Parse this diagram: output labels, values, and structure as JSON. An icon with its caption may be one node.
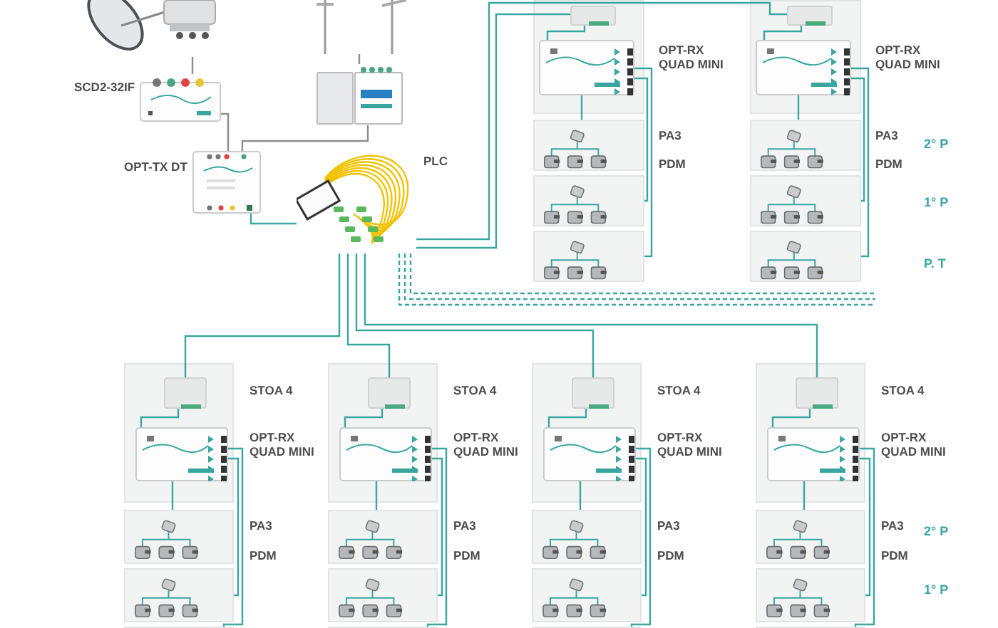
{
  "diagram": {
    "nodes": [
      {
        "text": [],
        "shape": "picture"
      },
      {
        "text": [],
        "shape": "picture"
      },
      {
        "text": [],
        "shape": "picture",
        "beside": [
          "SCD2-32IF"
        ]
      },
      {
        "text": [],
        "shape": "picture"
      },
      {
        "text": [],
        "shape": "picture",
        "beside": [
          "OPT-TX DT"
        ]
      },
      {
        "text": [],
        "shape": "picture",
        "beside": [
          "PLC"
        ]
      },
      {
        "text": [],
        "shape": "box"
      },
      {
        "text": [],
        "shape": "box",
        "in": 6
      },
      {
        "text": [],
        "shape": "picture",
        "in": 6,
        "beside": [
          "OPT-RX QUAD MINI"
        ]
      },
      {
        "text": [],
        "shape": "box",
        "beside": [
          "PA3",
          "PDM"
        ]
      },
      {
        "text": [],
        "shape": "box"
      },
      {
        "text": [],
        "shape": "box"
      },
      {
        "text": [],
        "shape": "box"
      },
      {
        "text": [],
        "shape": "box",
        "in": 12
      },
      {
        "text": [],
        "shape": "picture",
        "in": 12,
        "beside": [
          "OPT-RX QUAD MINI"
        ]
      },
      {
        "text": [],
        "shape": "box",
        "beside": [
          "PA3",
          "PDM"
        ]
      },
      {
        "text": [],
        "shape": "box"
      },
      {
        "text": [],
        "shape": "box"
      },
      {
        "text": [],
        "shape": "box"
      },
      {
        "text": [],
        "shape": "box",
        "in": 18,
        "beside": [
          "STOA 4"
        ]
      },
      {
        "text": [],
        "shape": "picture",
        "in": 18,
        "beside": [
          "OPT-RX QUAD MINI"
        ]
      },
      {
        "text": [],
        "shape": "box",
        "beside": [
          "PA3",
          "PDM"
        ]
      },
      {
        "text": [],
        "shape": "box"
      },
      {
        "text": [],
        "shape": "box"
      },
      {
        "text": [],
        "shape": "box"
      },
      {
        "text": [],
        "shape": "box",
        "in": 24,
        "beside": [
          "STOA 4"
        ]
      },
      {
        "text": [],
        "shape": "picture",
        "in": 24,
        "beside": [
          "OPT-RX QUAD MINI"
        ]
      },
      {
        "text": [],
        "shape": "box",
        "beside": [
          "PA3",
          "PDM"
        ]
      },
      {
        "text": [],
        "shape": "box"
      },
      {
        "text": [],
        "shape": "box"
      },
      {
        "text": [],
        "shape": "box"
      },
      {
        "text": [],
        "shape": "box",
        "in": 30,
        "beside": [
          "STOA 4"
        ]
      },
      {
        "text": [],
        "shape": "picture",
        "in": 30,
        "beside": [
          "OPT-RX QUAD MINI"
        ]
      },
      {
        "text": [],
        "shape": "box",
        "beside": [
          "PA3",
          "PDM"
        ]
      },
      {
        "text": [],
        "shape": "box"
      },
      {
        "text": [],
        "shape": "box"
      },
      {
        "text": [],
        "shape": "box"
      },
      {
        "text": [],
        "shape": "box",
        "in": 36,
        "beside": [
          "STOA 4"
        ]
      },
      {
        "text": [],
        "shape": "picture",
        "in": 36,
        "beside": [
          "OPT-RX QUAD MINI"
        ]
      },
      {
        "text": [],
        "shape": "box",
        "beside": [
          "PA3",
          "PDM"
        ]
      },
      {
        "text": [],
        "shape": "box"
      },
      {
        "text": [],
        "shape": "box"
      }
    ],
    "edges": [
      {
        "from": 0,
        "to": 2,
        "arrow": "none",
        "color": "#8c8c8c"
      },
      {
        "from": 1,
        "to": 3,
        "arrow": "none",
        "color": "#8c8c8c"
      },
      {
        "from": 2,
        "to": 4,
        "arrow": "none",
        "color": "#8c8c8c"
      },
      {
        "from": 3,
        "to": 4,
        "arrow": "none",
        "color": "#8c8c8c"
      },
      {
        "from": 4,
        "to": 5,
        "arrow": "none"
      },
      {
        "from": 5,
        "to": 7,
        "arrow": "none"
      },
      {
        "from": 5,
        "to": 13,
        "arrow": "none"
      },
      {
        "from": 5,
        "to": 19,
        "arrow": "none"
      },
      {
        "from": 5,
        "to": 25,
        "arrow": "none"
      },
      {
        "from": 5,
        "to": 31,
        "arrow": "none"
      },
      {
        "from": 5,
        "to": 37,
        "arrow": "none"
      },
      {
        "from": 5,
        "to": null,
        "arrow": "none",
        "style": "dashed"
      },
      {
        "from": 5,
        "to": null,
        "arrow": "none",
        "style": "dashed"
      },
      {
        "from": 5,
        "to": null,
        "arrow": "none",
        "style": "dashed"
      },
      {
        "from": 7,
        "to": 8,
        "arrow": "none"
      },
      {
        "from": 8,
        "to": 9,
        "arrow": "none"
      },
      {
        "from": 8,
        "to": 10,
        "arrow": "none"
      },
      {
        "from": 8,
        "to": 11,
        "arrow": "none"
      },
      {
        "from": 13,
        "to": 14,
        "arrow": "none"
      },
      {
        "from": 14,
        "to": 15,
        "arrow": "none"
      },
      {
        "from": 14,
        "to": 16,
        "arrow": "none"
      },
      {
        "from": 14,
        "to": 17,
        "arrow": "none"
      },
      {
        "from": 19,
        "to": 20,
        "arrow": "none"
      },
      {
        "from": 20,
        "to": 21,
        "arrow": "none"
      },
      {
        "from": 20,
        "to": 22,
        "arrow": "none"
      },
      {
        "from": 20,
        "to": 23,
        "arrow": "none"
      },
      {
        "from": 25,
        "to": 26,
        "arrow": "none"
      },
      {
        "from": 26,
        "to": 27,
        "arrow": "none"
      },
      {
        "from": 26,
        "to": 28,
        "arrow": "none"
      },
      {
        "from": 26,
        "to": 29,
        "arrow": "none"
      },
      {
        "from": 31,
        "to": 32,
        "arrow": "none"
      },
      {
        "from": 32,
        "to": 33,
        "arrow": "none"
      },
      {
        "from": 32,
        "to": 34,
        "arrow": "none"
      },
      {
        "from": 32,
        "to": 35,
        "arrow": "none"
      },
      {
        "from": 37,
        "to": 38,
        "arrow": "none"
      },
      {
        "from": 38,
        "to": 39,
        "arrow": "none"
      },
      {
        "from": 38,
        "to": 40,
        "arrow": "none"
      },
      {
        "from": 38,
        "to": 41,
        "arrow": "none"
      }
    ],
    "labels": [
      "2° P",
      "1° P",
      "P. T",
      "2° P",
      "1° P"
    ]
  }
}
